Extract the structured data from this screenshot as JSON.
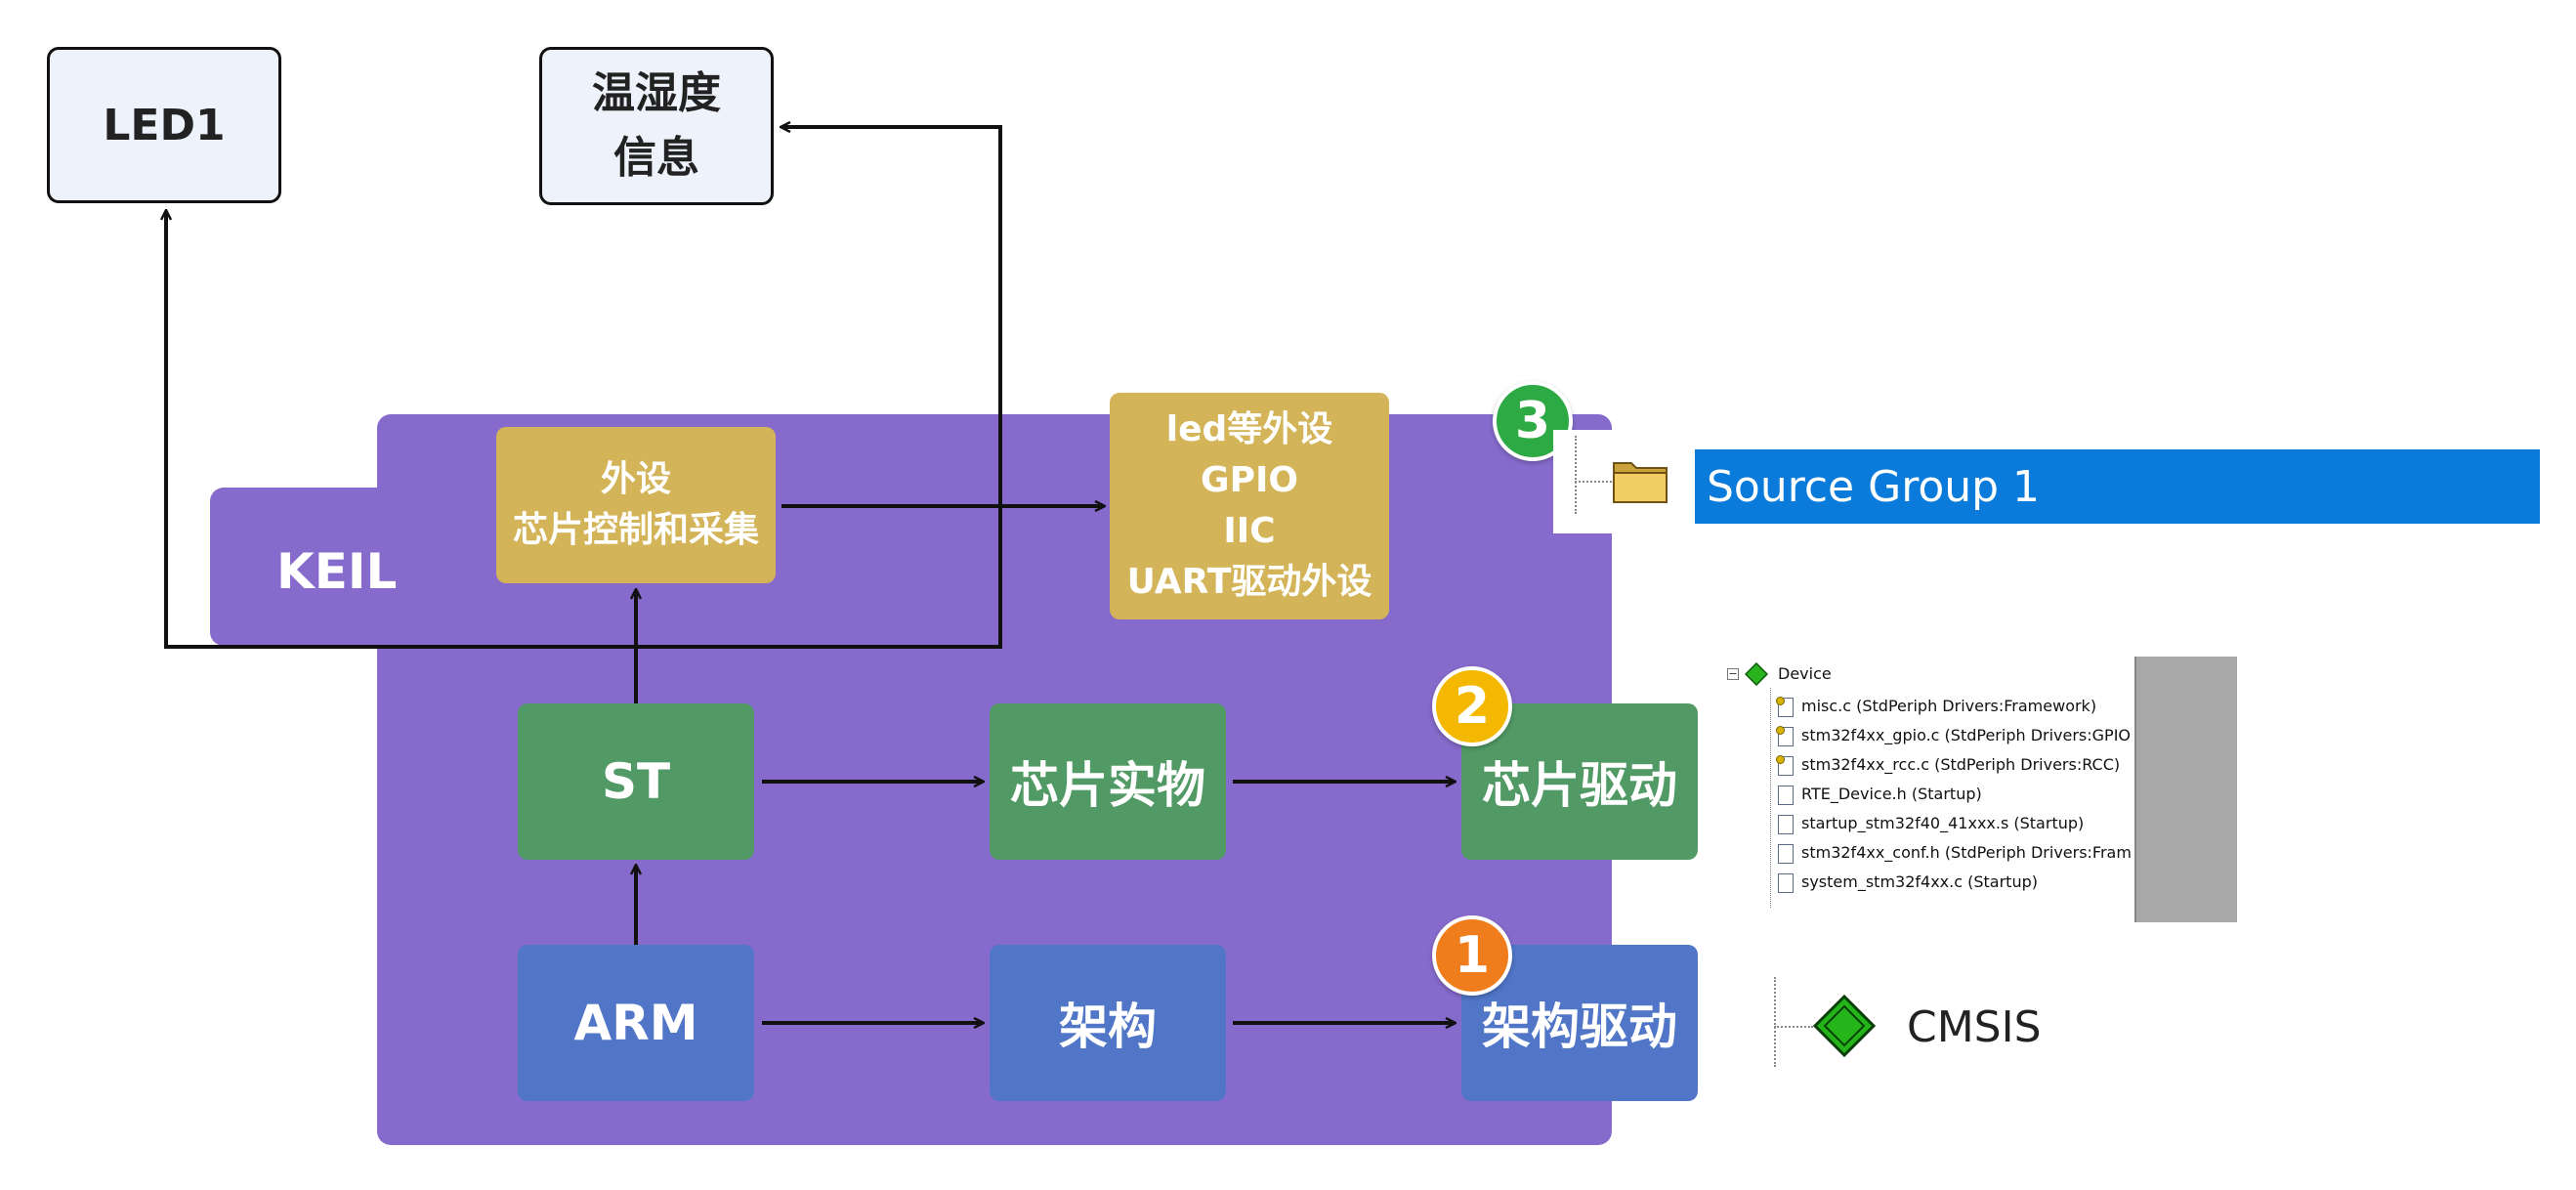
{
  "nodes": {
    "led1": "LED1",
    "sensor_line1": "温湿度",
    "sensor_line2": "信息",
    "keil": "KEIL",
    "periph_line1": "外设",
    "periph_line2": "芯片控制和采集",
    "drivers_line1": "led等外设",
    "drivers_line2": "GPIO",
    "drivers_line3": "IIC",
    "drivers_line4": "UART驱动外设",
    "st": "ST",
    "chip": "芯片实物",
    "chip_driver": "芯片驱动",
    "arm": "ARM",
    "arch": "架构",
    "arch_driver": "架构驱动"
  },
  "badges": {
    "one": "1",
    "two": "2",
    "three": "3"
  },
  "colors": {
    "panel": "#866bcc",
    "gold": "#d4b459",
    "green": "#519a66",
    "blue": "#5176c8",
    "badge1": "#f07d1c",
    "badge2": "#f5b800",
    "badge3": "#2eaa45",
    "selection": "#0a7bdb"
  },
  "source_group": {
    "label": "Source Group 1",
    "icon": "folder-icon"
  },
  "device_tree": {
    "root": "Device",
    "root_icon": "component-icon",
    "files": [
      "misc.c (StdPeriph Drivers:Framework)",
      "stm32f4xx_gpio.c (StdPeriph Drivers:GPIO",
      "stm32f4xx_rcc.c (StdPeriph Drivers:RCC)",
      "RTE_Device.h (Startup)",
      "startup_stm32f40_41xxx.s (Startup)",
      "stm32f4xx_conf.h (StdPeriph Drivers:Fram",
      "system_stm32f4xx.c (Startup)"
    ]
  },
  "cmsis": {
    "label": "CMSIS",
    "icon": "component-icon"
  }
}
